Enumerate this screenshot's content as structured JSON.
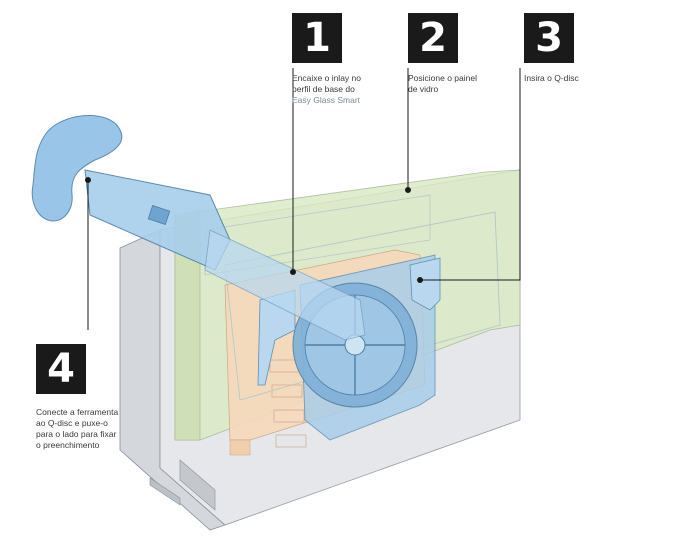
{
  "steps": [
    {
      "number": "1",
      "caption_lines": [
        "Encaixe o inlay no",
        "perfil de base do"
      ],
      "caption_accent": "Easy Glass Smart"
    },
    {
      "number": "2",
      "caption_lines": [
        "Posicione o painel",
        "de vidro"
      ]
    },
    {
      "number": "3",
      "caption_lines": [
        "Insira o Q-disc"
      ]
    },
    {
      "number": "4",
      "caption_lines": [
        "Conecte a ferramenta",
        "ao Q-disc e puxe-o",
        "para o lado para fixar",
        "o preenchimento"
      ]
    }
  ],
  "colors": {
    "badge": "#1a1a1a",
    "tool_blue": "#8fc0e6",
    "glass_green": "#dfeccd",
    "inlay_peach": "#f8dcc0",
    "profile_grey": "#c9cdd2"
  }
}
